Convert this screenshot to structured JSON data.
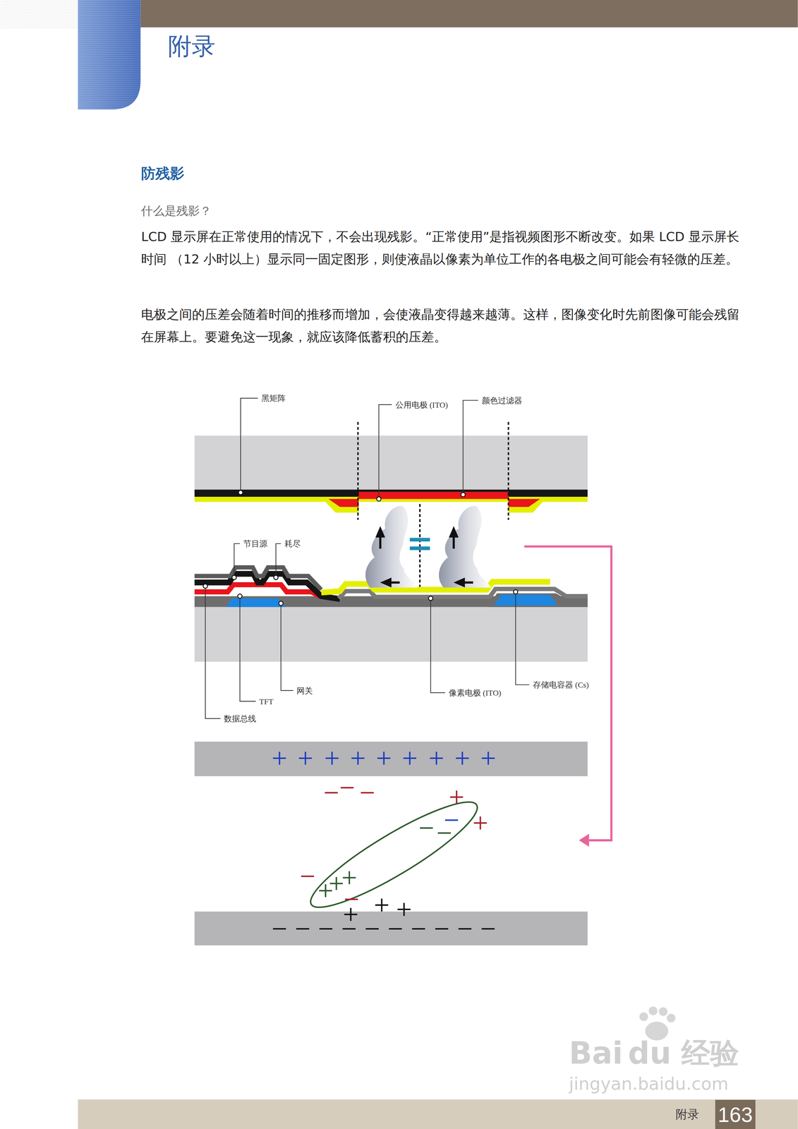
{
  "diagram": {
    "title": "附录",
    "nodes": [
      {
        "text": [
          "163"
        ]
      }
    ],
    "labels": [
      "防残影",
      "什么是残影？",
      "LCD 显示屏在正常使用的情况下，不会出现残影。“正常使用”是指视频图形不断改变。如果 LCD 显示屏长时间 （12 小时以上）显示同一固定图形，则使液晶以像素为单位工作的各电极之间可能会有轻微的压差。",
      "电极之间的压差会随着时间的推移而增加，会使液晶变得越来越薄。这样，图像变化时先前图像可能会残留在屏幕上。要避免这一现象，就应该降低蓄积的压差。",
      "黑矩阵",
      "公用电极 (ITO)",
      "颜色过滤器",
      "节目源",
      "耗尽",
      "网关",
      "TFT",
      "像素电极 (ITO)",
      "存储电容器 (Cs)",
      "数据总线",
      "附录",
      "Bai",
      "du",
      "经验",
      "jingyan.baidu.com"
    ]
  }
}
